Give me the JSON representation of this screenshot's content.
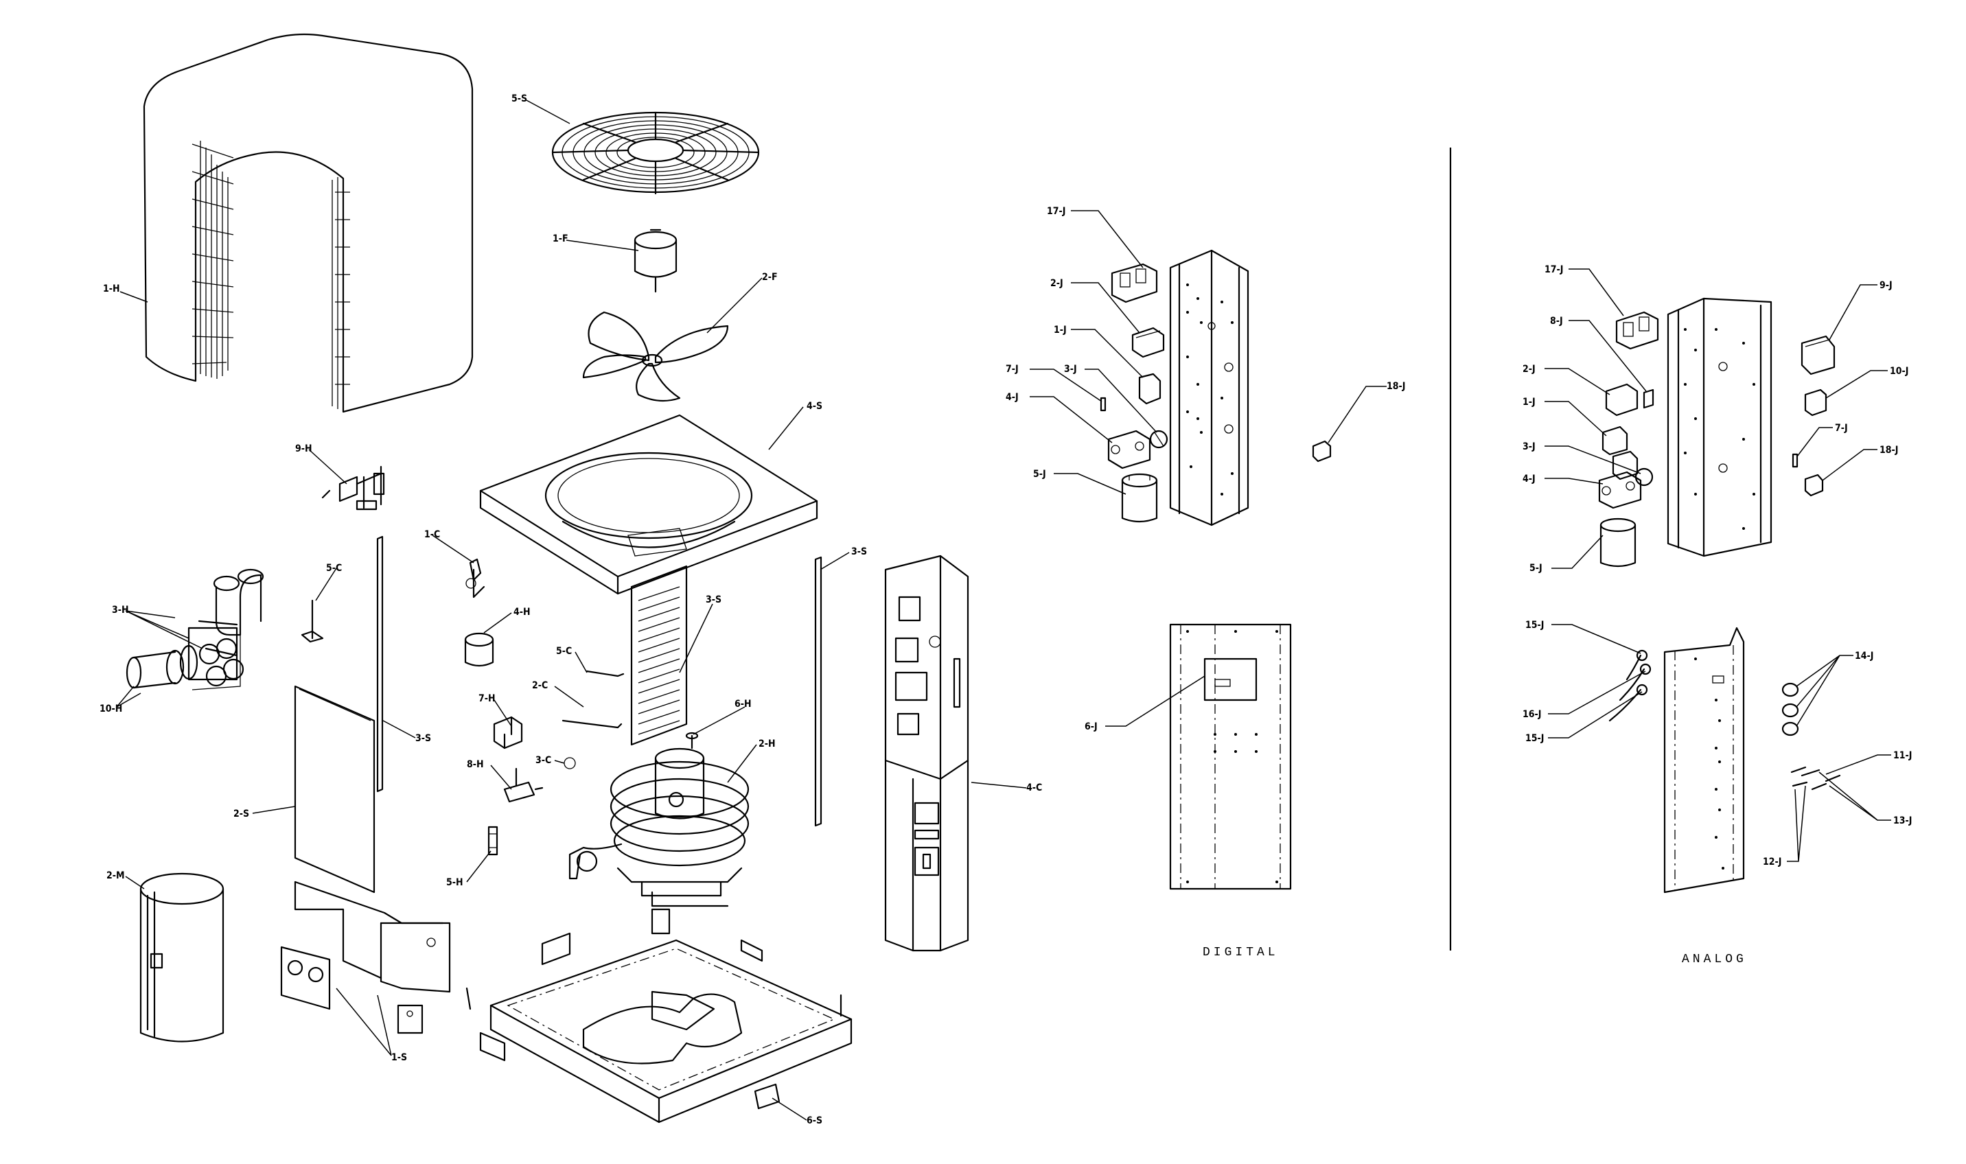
{
  "labels": {
    "1H": "1-H",
    "9H": "9-H",
    "3H": "3-H",
    "10H": "10-H",
    "2M": "2-M",
    "5C": "5-C",
    "2S": "2-S",
    "3S_left": "3-S",
    "1S": "1-S",
    "5S": "5-S",
    "1F": "1-F",
    "2F": "2-F",
    "4S": "4-S",
    "1C": "1-C",
    "4H": "4-H",
    "7H": "7-H",
    "8H": "8-H",
    "5H": "5-H",
    "2C": "2-C",
    "3C": "3-C",
    "5C_mid": "5-C",
    "3S_mid": "3-S",
    "6H": "6-H",
    "2H": "2-H",
    "3S_right": "3-S",
    "4C": "4-C",
    "6S": "6-S",
    "d17J": "17-J",
    "d2J": "2-J",
    "d1J": "1-J",
    "d7J": "7-J",
    "d3J": "3-J",
    "d4J": "4-J",
    "d5J": "5-J",
    "d18J": "18-J",
    "d6J": "6-J",
    "a17J": "17-J",
    "a8J": "8-J",
    "a2J": "2-J",
    "a1J": "1-J",
    "a3J": "3-J",
    "a4J": "4-J",
    "a5J": "5-J",
    "a9J": "9-J",
    "a10J": "10-J",
    "a7J": "7-J",
    "a18J": "18-J",
    "a15J_top": "15-J",
    "a16J": "16-J",
    "a15J_bot": "15-J",
    "a14J": "14-J",
    "a11J": "11-J",
    "a13J": "13-J",
    "a12J": "12-J"
  },
  "captions": {
    "digital": "DIGITAL",
    "analog": "ANALOG"
  }
}
